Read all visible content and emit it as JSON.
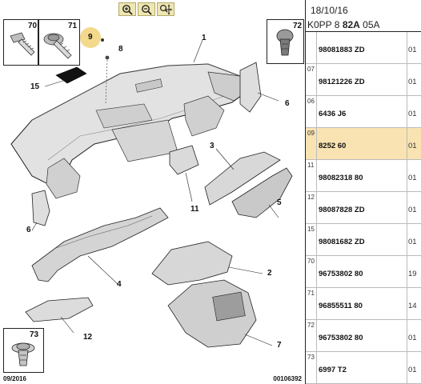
{
  "toolbar": {
    "zoom_in_icon": "zoom-in-icon",
    "zoom_out_icon": "zoom-out-icon",
    "pan_icon": "pan-icon"
  },
  "diagram": {
    "callouts": [
      "1",
      "2",
      "3",
      "4",
      "5",
      "6",
      "6",
      "7",
      "8",
      "9",
      "11",
      "12",
      "15"
    ],
    "box_labels": [
      "70",
      "71",
      "72",
      "73"
    ],
    "footer_left": "09/2016",
    "footer_right": "00106392",
    "highlight_color": "#f3d98c"
  },
  "header": {
    "date": "18/10/16",
    "code_prefix": "K0PP 8 ",
    "code_bold": "82A",
    "code_suffix": " 05A"
  },
  "parts": [
    {
      "idx": "",
      "pn": "98081883 ZD",
      "qty": "01"
    },
    {
      "idx": "07",
      "pn": "98121226 ZD",
      "qty": "01"
    },
    {
      "idx": "06",
      "pn": "6436 J6",
      "qty": "01"
    },
    {
      "idx": "09",
      "pn": "8252 60",
      "qty": "01",
      "selected": true
    },
    {
      "idx": "11",
      "pn": "98082318 80",
      "qty": "01"
    },
    {
      "idx": "12",
      "pn": "98087828 ZD",
      "qty": "01"
    },
    {
      "idx": "15",
      "pn": "98081682 ZD",
      "qty": "01"
    },
    {
      "idx": "70",
      "pn": "96753802 80",
      "qty": "19"
    },
    {
      "idx": "71",
      "pn": "96855511 80",
      "qty": "14"
    },
    {
      "idx": "72",
      "pn": "96753802 80",
      "qty": "01"
    },
    {
      "idx": "73",
      "pn": "6997 T2",
      "qty": "01"
    }
  ],
  "colors": {
    "selected_row": "#f9e3b2",
    "toolbar_bg": "#efe6b2"
  }
}
